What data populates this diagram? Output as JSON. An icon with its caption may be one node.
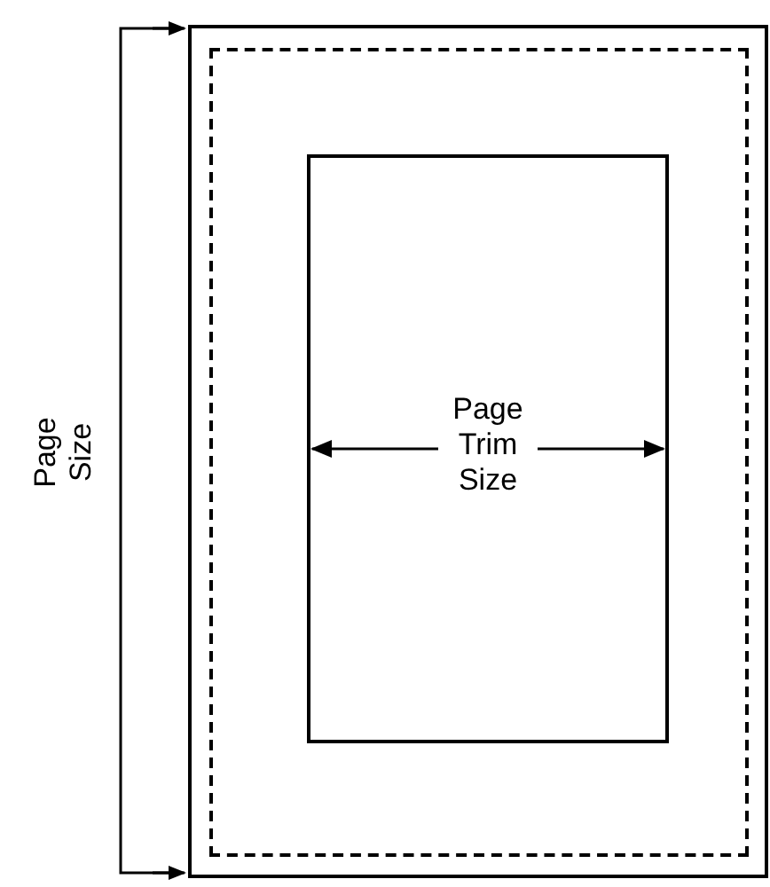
{
  "diagram": {
    "nodes": [
      {
        "text": [],
        "shape": "box"
      },
      {
        "text": [],
        "shape": "box",
        "in": 0
      },
      {
        "text": [
          "Page Trim Size"
        ],
        "in": 1
      }
    ],
    "labels": [
      "Page Size"
    ]
  }
}
